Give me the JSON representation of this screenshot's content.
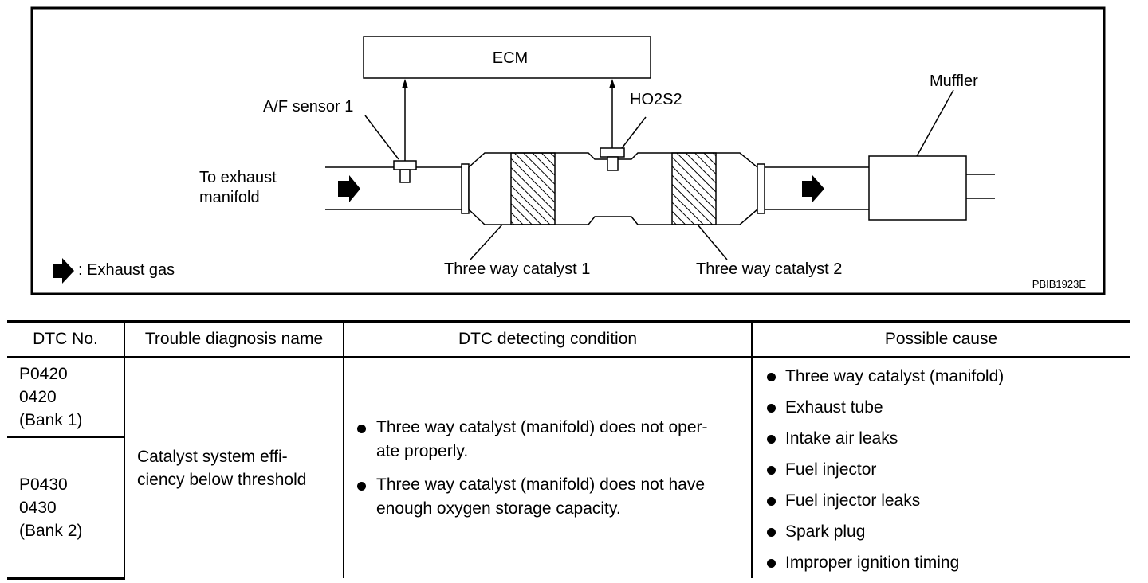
{
  "diagram": {
    "ecm": "ECM",
    "af_sensor": "A/F sensor 1",
    "ho2s2": "HO2S2",
    "muffler": "Muffler",
    "to_exhaust_line1": "To exhaust",
    "to_exhaust_line2": "manifold",
    "catalyst1": "Three way catalyst 1",
    "catalyst2": "Three way catalyst 2",
    "legend": ": Exhaust gas",
    "figure_code": "PBIB1923E"
  },
  "table": {
    "headers": [
      "DTC No.",
      "Trouble diagnosis name",
      "DTC detecting condition",
      "Possible cause"
    ],
    "bank1_lines": [
      "P0420",
      "0420",
      "(Bank 1)"
    ],
    "bank2_lines": [
      "P0430",
      "0430",
      "(Bank 2)"
    ],
    "name_lines": [
      "Catalyst system effi-",
      "ciency below threshold"
    ],
    "conditions": [
      {
        "lines": [
          "Three way catalyst (manifold) does not oper-",
          "ate properly."
        ]
      },
      {
        "lines": [
          "Three way catalyst (manifold) does not have",
          "enough oxygen storage capacity."
        ]
      }
    ],
    "causes": [
      "Three way catalyst (manifold)",
      "Exhaust tube",
      "Intake air leaks",
      "Fuel injector",
      "Fuel injector leaks",
      "Spark plug",
      "Improper ignition timing"
    ]
  }
}
